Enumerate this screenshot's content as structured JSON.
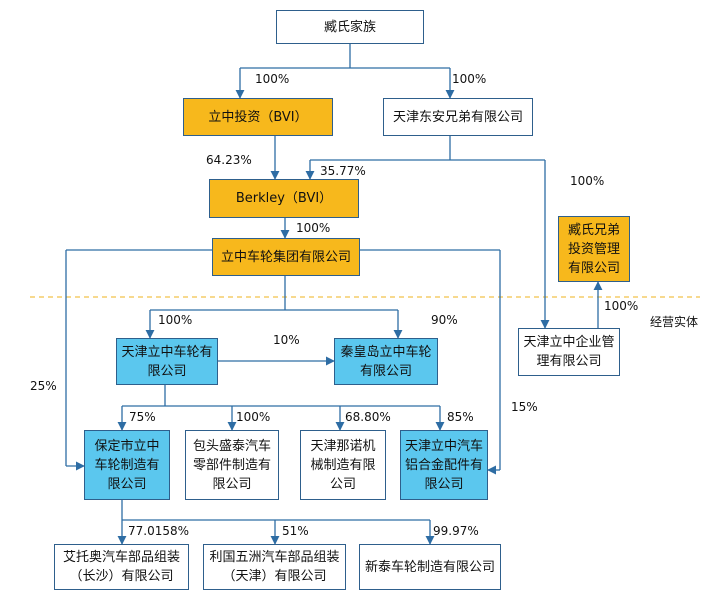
{
  "entities": {
    "zang_family": "臧氏家族",
    "lizhong_bvi": "立中投资（BVI）",
    "tianjin_dongan": "天津东安兄弟有限公司",
    "berkley": "Berkley（BVI）",
    "lizhong_group": "立中车轮集团有限公司",
    "zang_brothers": "臧氏兄弟投资管理有限公司",
    "tianjin_lizhong_mgmt": "天津立中企业管理有限公司",
    "tianjin_wheel": "天津立中车轮有限公司",
    "qinhuangdao_wheel": "秦皇岛立中车轮有限公司",
    "baoding_wheel": "保定市立中车轮制造有限公司",
    "baotou_shengtai": "包头盛泰汽车零部件制造有限公司",
    "tianjin_nanuo": "天津那诺机械制造有限公司",
    "tianjin_auto_alu": "天津立中汽车铝合金配件有限公司",
    "aituoao": "艾托奥汽车部品组装（长沙）有限公司",
    "liguo_wuzhou": "利国五洲汽车部品组装（天津）有限公司",
    "xintai_wheel": "新泰车轮制造有限公司"
  },
  "percentages": {
    "family_to_lizhong_bvi": "100%",
    "family_to_dongan": "100%",
    "lizhong_bvi_to_berkley": "64.23%",
    "dongan_to_berkley": "35.77%",
    "dongan_to_mgmt": "100%",
    "berkley_to_group": "100%",
    "mgmt_to_brothers": "100%",
    "group_to_tianjin_wheel": "100%",
    "tianjin_wheel_to_qinhuangdao": "10%",
    "group_to_qinhuangdao": "90%",
    "group_to_baoding": "25%",
    "group_to_auto_alu": "15%",
    "tianjin_wheel_to_baoding": "75%",
    "tianjin_wheel_to_baotou": "100%",
    "tianjin_wheel_to_nanuo": "68.80%",
    "tianjin_wheel_to_auto_alu": "85%",
    "baoding_to_aituoao": "77.0158%",
    "baoding_to_liguo": "51%",
    "baoding_to_xintai": "99.97%"
  },
  "labels": {
    "operating_entity": "经营实体"
  },
  "colors": {
    "gold_fill": "#f7b81c",
    "blue_fill": "#5bc7ee",
    "line": "#2e6da4",
    "divider": "#f2c24a"
  }
}
